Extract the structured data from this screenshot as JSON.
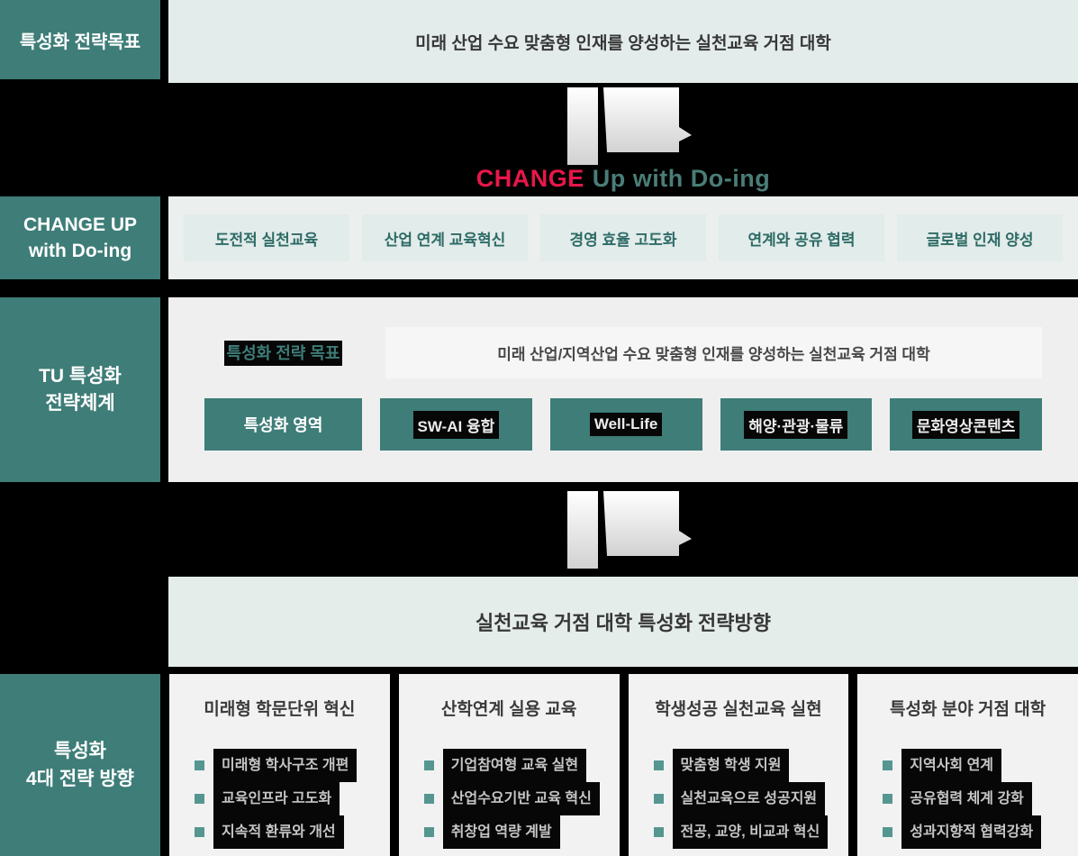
{
  "goal": {
    "label": "특성화 전략목표",
    "title": "미래 산업 수요 맞춤형 인재를 양성하는 실천교육 거점 대학"
  },
  "slogan": {
    "emphasis": "CHANGE",
    "rest": "Up with Do-ing"
  },
  "core": {
    "label_line1": "CHANGE UP",
    "label_line2": "with Do-ing",
    "items": [
      "도전적 실천교육",
      "산업 연계 교육혁신",
      "경영 효율 고도화",
      "연계와 공유 협력",
      "글로벌 인재 양성"
    ]
  },
  "tu": {
    "label_line1": "TU 특성화",
    "label_line2": "전략체계",
    "goal_label": "특성화 전략 목표",
    "goal_text": "미래 산업/지역산업 수요 맞춤형 인재를 양성하는 실천교육 거점 대학",
    "area_label": "특성화 영역",
    "areas": [
      "SW-AI 융합",
      "Well-Life",
      "해양·관광·물류",
      "문화영상콘텐츠"
    ]
  },
  "direction_banner": "실천교육 거점 대학 특성화 전략방향",
  "strategy": {
    "label_line1": "특성화",
    "label_line2": "4대 전략 방향",
    "columns": [
      {
        "title": "미래형 학문단위 혁신",
        "items": [
          "미래형 학사구조 개편",
          "교육인프라 고도화",
          "지속적 환류와 개선"
        ]
      },
      {
        "title": "산학연계 실용 교육",
        "items": [
          "기업참여형 교육 실현",
          "산업수요기반 교육 혁신",
          "취창업 역량 계발"
        ]
      },
      {
        "title": "학생성공 실천교육 실현",
        "items": [
          "맞춤형 학생 지원",
          "실천교육으로 성공지원",
          "전공, 교양, 비교과 혁신"
        ]
      },
      {
        "title": "특성화 분야 거점 대학",
        "items": [
          "지역사회 연계",
          "공유협력 체계 강화",
          "성과지향적 협력강화"
        ]
      }
    ]
  },
  "icons": {
    "band_graphic": "down-arrow-graphic",
    "bullet": "square-bullet"
  },
  "colors": {
    "teal": "#3e7d78",
    "light_band": "#e3eceb",
    "light_panel_green": "#ebefee",
    "light_item_green": "#e2ecea",
    "panel_gray": "#efefef",
    "goal_box_white": "#f6f6f6",
    "card_gray": "#f2f2f2",
    "background_black": "#000000",
    "slogan_red": "#e8174a",
    "slogan_teal": "#4a7d77",
    "bullet_teal": "#569691",
    "glitch_black": "#070707"
  }
}
